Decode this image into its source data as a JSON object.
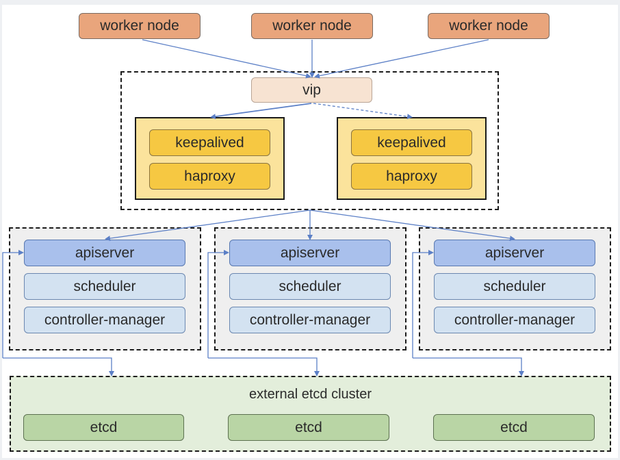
{
  "workers": [
    {
      "label": "worker node"
    },
    {
      "label": "worker node"
    },
    {
      "label": "worker node"
    }
  ],
  "vip": {
    "label": "vip"
  },
  "load_balancers": [
    {
      "keepalived": "keepalived",
      "haproxy": "haproxy"
    },
    {
      "keepalived": "keepalived",
      "haproxy": "haproxy"
    }
  ],
  "masters": [
    {
      "apiserver": "apiserver",
      "scheduler": "scheduler",
      "controller_manager": "controller-manager"
    },
    {
      "apiserver": "apiserver",
      "scheduler": "scheduler",
      "controller_manager": "controller-manager"
    },
    {
      "apiserver": "apiserver",
      "scheduler": "scheduler",
      "controller_manager": "controller-manager"
    }
  ],
  "etcd_cluster": {
    "label": "external etcd cluster",
    "nodes": [
      {
        "label": "etcd"
      },
      {
        "label": "etcd"
      },
      {
        "label": "etcd"
      }
    ]
  },
  "colors": {
    "worker": "#e9a57c",
    "vip": "#f7e3d2",
    "lb_panel": "#fbe39c",
    "lb_item": "#f6c842",
    "apiserver": "#a9c0ec",
    "component": "#d3e2f1",
    "etcd_cluster": "#e3eedb",
    "etcd": "#b9d5a5",
    "arrow": "#5b7fc6"
  }
}
